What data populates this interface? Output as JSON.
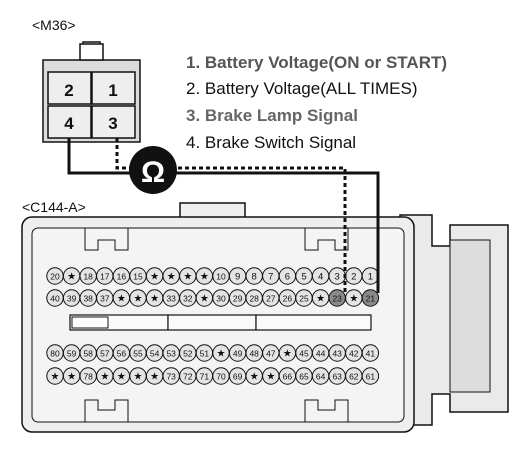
{
  "connectors": {
    "m36": {
      "label": "<M36>",
      "pins": [
        "2",
        "1",
        "4",
        "3"
      ]
    },
    "c144a": {
      "label": "<C144-A>"
    }
  },
  "meter": {
    "symbol": "Ω"
  },
  "legend": [
    {
      "text": "1. Battery Voltage(ON or START)",
      "bold": true,
      "color": "#555555"
    },
    {
      "text": "2. Battery Voltage(ALL TIMES)",
      "bold": false,
      "color": "#111111"
    },
    {
      "text": "3. Brake Lamp Signal",
      "bold": true,
      "color": "#666666"
    },
    {
      "text": "4. Brake Switch Signal",
      "bold": false,
      "color": "#111111"
    }
  ],
  "pin_rows": [
    [
      "20",
      "★",
      "18",
      "17",
      "16",
      "15",
      "★",
      "★",
      "★",
      "★",
      "10",
      "9",
      "8",
      "7",
      "6",
      "5",
      "4",
      "3",
      "2",
      "1"
    ],
    [
      "40",
      "39",
      "38",
      "37",
      "★",
      "★",
      "★",
      "33",
      "32",
      "★",
      "30",
      "29",
      "28",
      "27",
      "26",
      "25",
      "★",
      "23",
      "★",
      "21"
    ],
    [
      "80",
      "59",
      "58",
      "57",
      "56",
      "55",
      "54",
      "53",
      "52",
      "51",
      "★",
      "49",
      "48",
      "47",
      "★",
      "45",
      "44",
      "43",
      "42",
      "41"
    ],
    [
      "★",
      "★",
      "78",
      "★",
      "★",
      "★",
      "★",
      "73",
      "72",
      "71",
      "70",
      "69",
      "★",
      "★",
      "66",
      "65",
      "64",
      "63",
      "62",
      "61"
    ]
  ],
  "highlighted_pins": [
    "23",
    "21"
  ],
  "colors": {
    "line": "#111111",
    "pin_fill": "#e4e4e4",
    "connector_fill": "#eeeeee",
    "highlight_fill": "#8a8a8a"
  }
}
